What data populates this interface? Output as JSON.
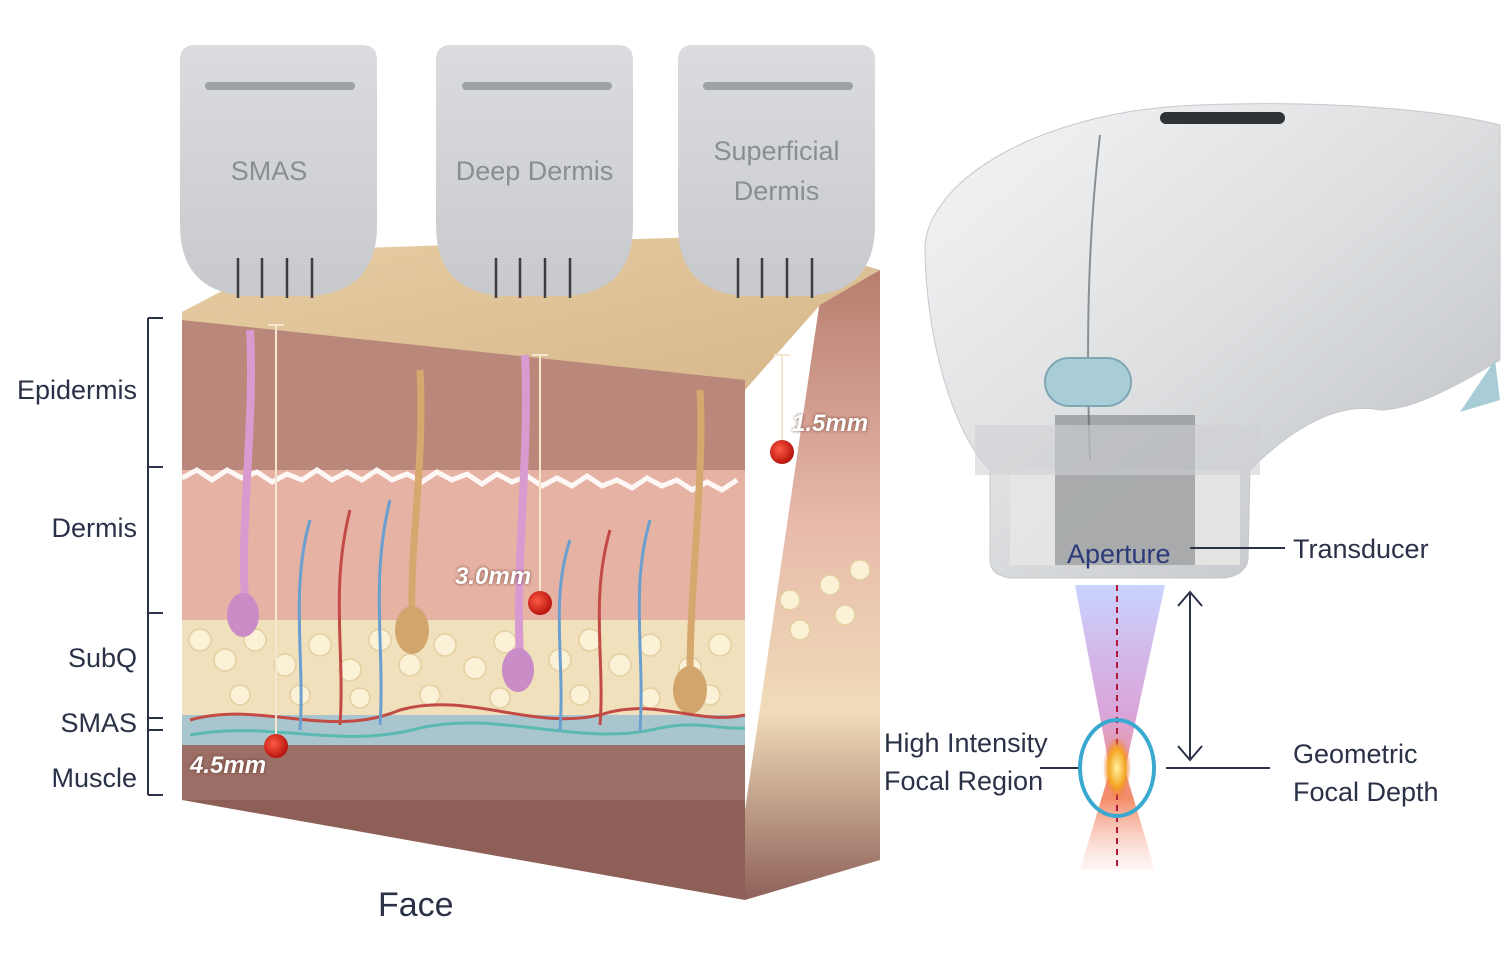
{
  "probes": {
    "smas": "SMAS",
    "deep_dermis": "Deep Dermis",
    "superficial_line1": "Superficial",
    "superficial_line2": "Dermis"
  },
  "layers": {
    "epidermis": "Epidermis",
    "dermis": "Dermis",
    "subq": "SubQ",
    "smas": "SMAS",
    "muscle": "Muscle"
  },
  "depths": {
    "d1": "1.5mm",
    "d2": "3.0mm",
    "d3": "4.5mm"
  },
  "caption": "Face",
  "device": {
    "aperture": "Aperture",
    "transducer": "Transducer",
    "hifr_line1": "High Intensity",
    "hifr_line2": "Focal Region",
    "gfd_line1": "Geometric",
    "gfd_line2": "Focal Depth"
  },
  "colors": {
    "epidermis": "#c9a47c",
    "dermis": "#e8b4a8",
    "subq": "#f2e2bf",
    "muscle": "#9c6f66",
    "focus_dot": "#d8261c",
    "focal_ring": "#3aa9d0",
    "label_text": "#2b3147"
  },
  "icons": {
    "focus_point": "red-dot-icon",
    "bracket": "bracket-icon",
    "arrow": "double-arrow-icon"
  }
}
